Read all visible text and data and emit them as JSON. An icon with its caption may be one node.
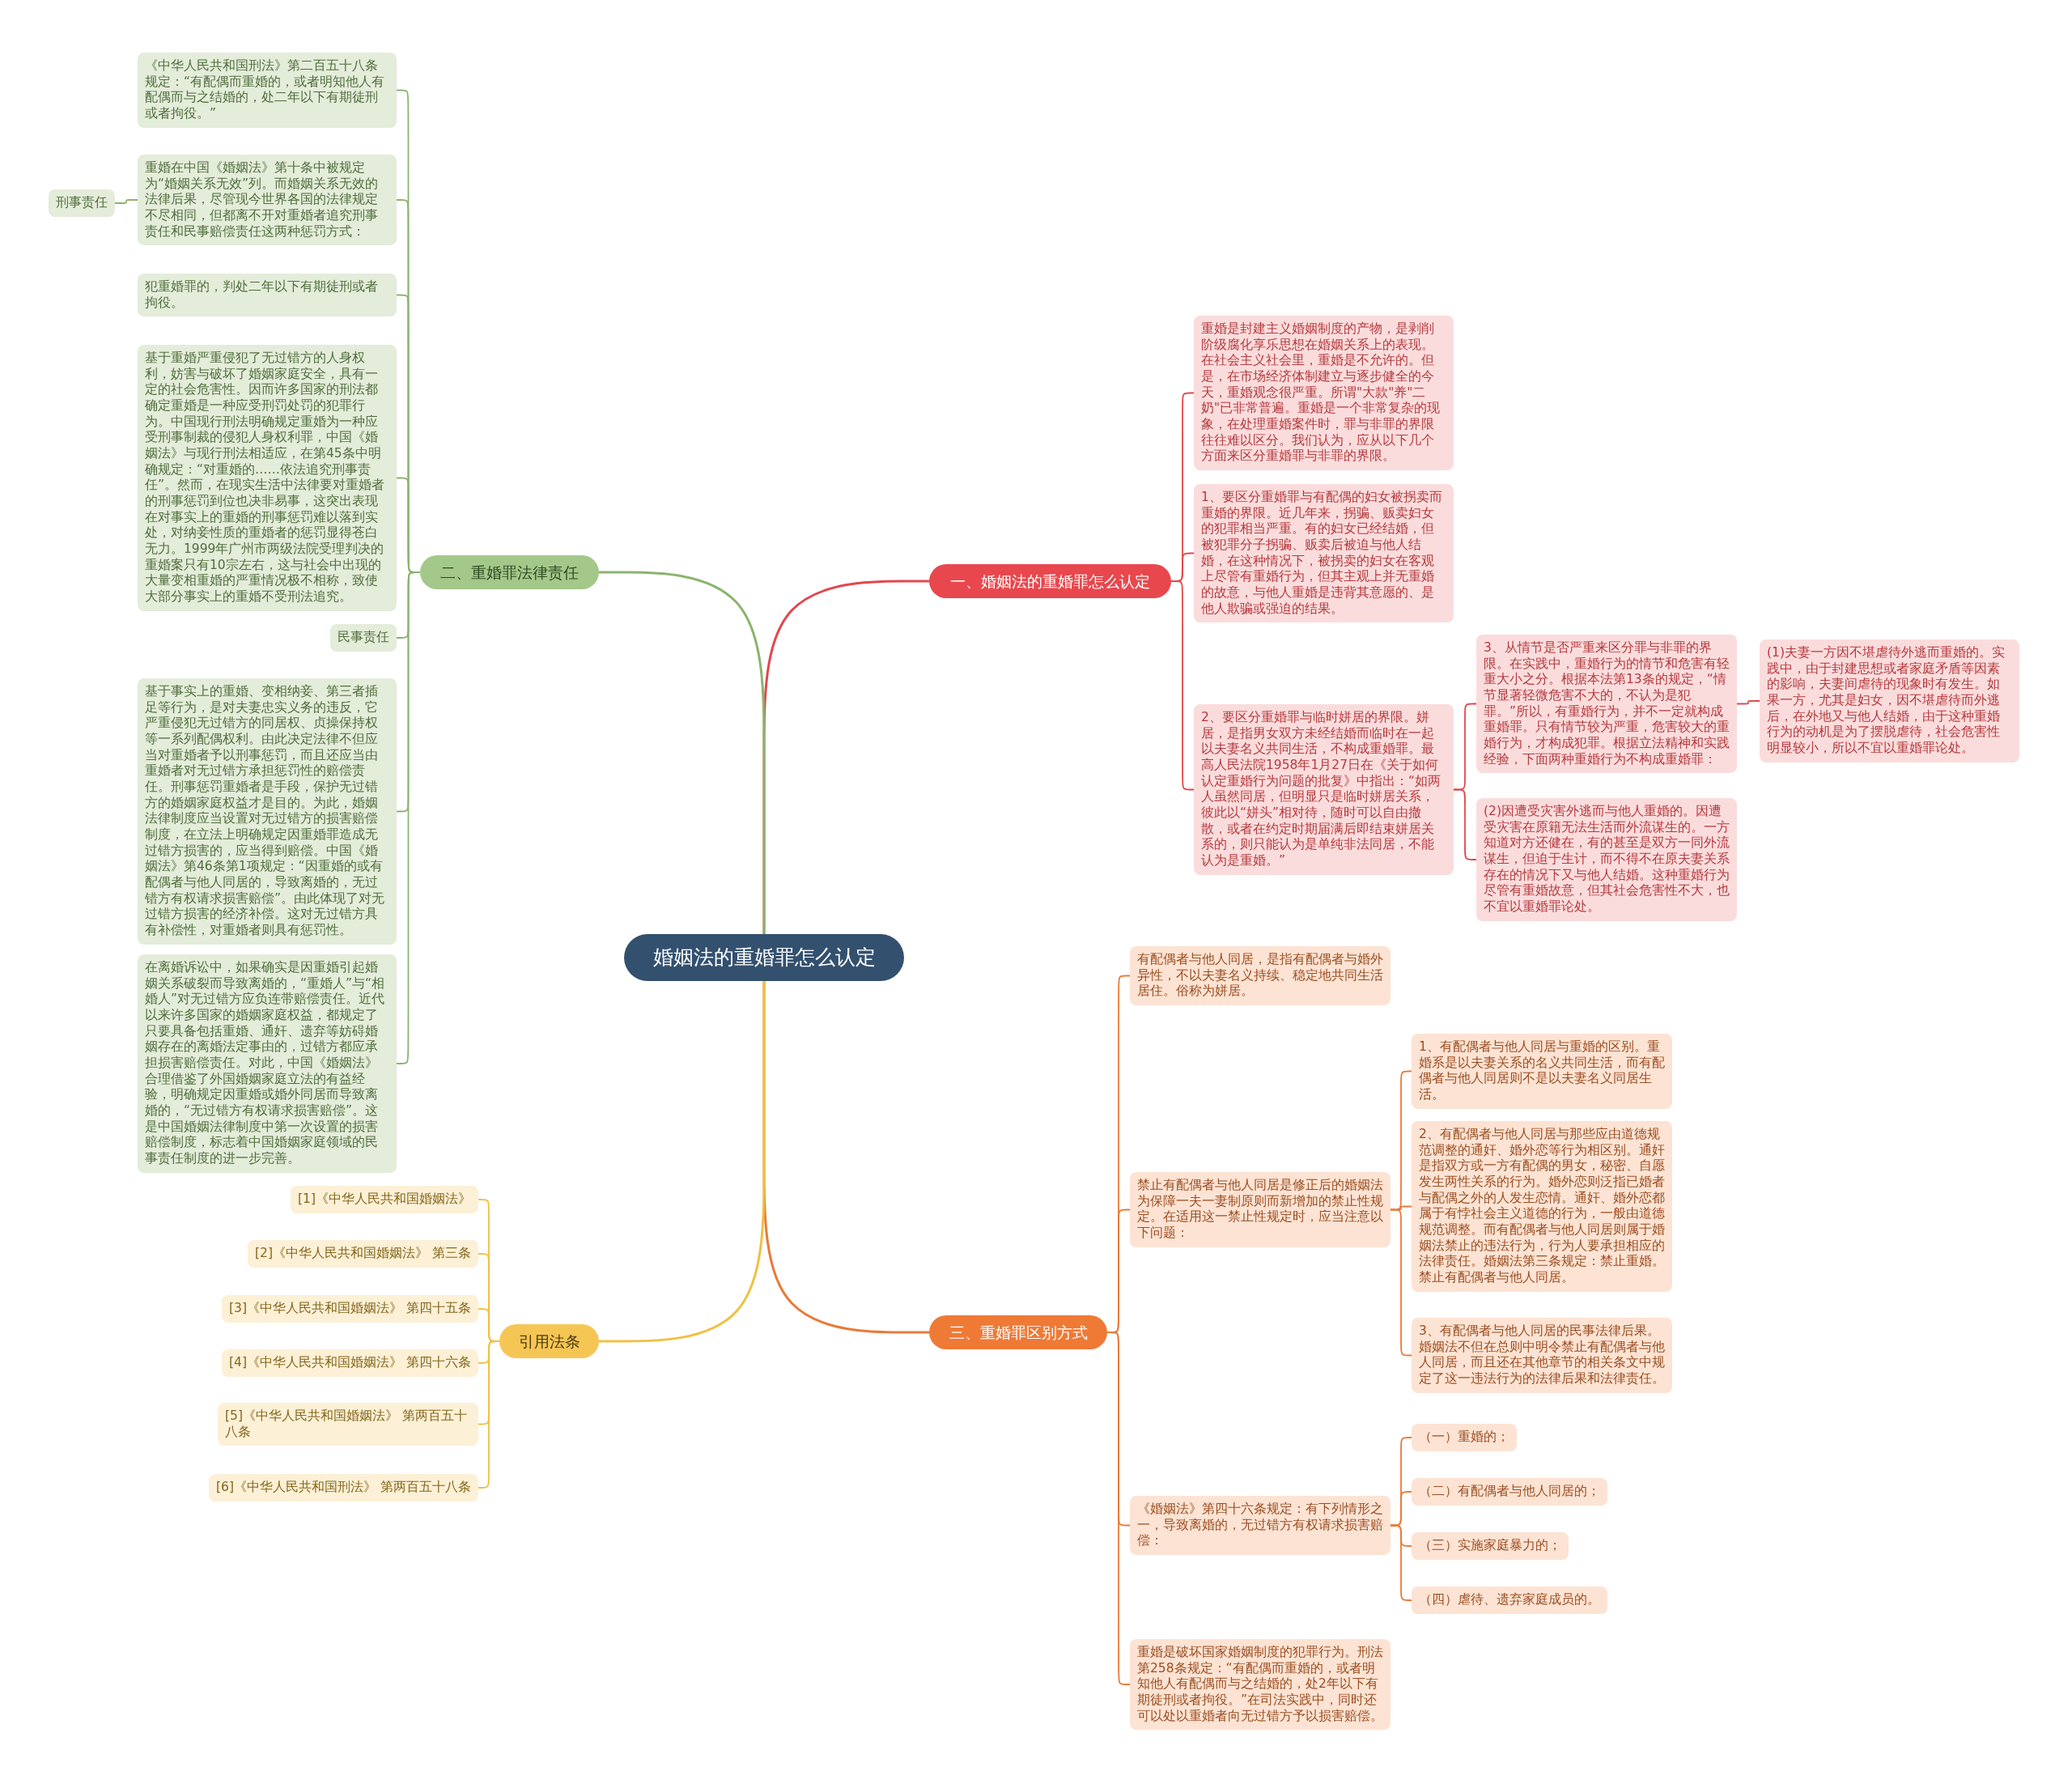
{
  "diagram": {
    "nodes": [
      {
        "text": [
          "婚姻法的重婚罪怎么认定"
        ]
      },
      {
        "text": [
          "一、婚姻法的重婚罪怎么认定"
        ]
      },
      {
        "text": [
          "重婚是封建主义婚姻制度的产物，是剥削阶级腐化享乐思想在婚姻关系上的表现。在社会主义社会里，重婚是不允许的。但是，在市场经济体制建立与逐步健全的今天，重婚观念很严重。所谓\"大款\"养\"二奶\"已非常普遍。重婚是一个非常复杂的现象，在处理重婚案件时，罪与非罪的界限往往难以区分。我们认为，应从以下几个方面来区分重婚罪与非罪的界限。"
        ]
      },
      {
        "text": [
          "1、要区分重婚罪与有配偶的妇女被拐卖而重婚的界限。近几年来，拐骗、贩卖妇女的犯罪相当严重。有的妇女已经结婚，但被犯罪分子拐骗、贩卖后被迫与他人结婚，在这种情况下，被拐卖的妇女在客观上尽管有重婚行为，但其主观上并无重婚的故意，与他人重婚是违背其意愿的、是他人欺骗或强迫的结果。"
        ]
      },
      {
        "text": [
          "2、要区分重婚罪与临时姘居的界限。姘居，是指男女双方未经结婚而临时在一起以夫妻名义共同生活，不构成重婚罪。最高人民法院1958年1月27日在《关于如何认定重婚行为问题的批复》中指出：“如两人虽然同居，但明显只是临时姘居关系，彼此以“姘头”相对待，随时可以自由撤散，或者在约定时期届满后即结束姘居关系的，则只能认为是单纯非法同居，不能认为是重婚。”"
        ]
      },
      {
        "text": [
          "3、从情节是否严重来区分罪与非罪的界限。在实践中，重婚行为的情节和危害有轻重大小之分。根据本法第13条的规定，“情节显著轻微危害不大的，不认为是犯罪。”所以，有重婚行为，并不一定就构成重婚罪。只有情节较为严重，危害较大的重婚行为，才构成犯罪。根据立法精神和实践经验，下面两种重婚行为不构成重婚罪："
        ]
      },
      {
        "text": [
          "(1)夫妻一方因不堪虐待外逃而重婚的。实践中，由于封建思想或者家庭矛盾等因素的影响，夫妻间虐待的现象时有发生。如果一方，尤其是妇女，因不堪虐待而外逃后，在外地又与他人结婚，由于这种重婚行为的动机是为了摆脱虐待，社会危害性明显较小，所以不宜以重婚罪论处。"
        ]
      },
      {
        "text": [
          "(2)因遭受灾害外逃而与他人重婚的。因遭受灾害在原籍无法生活而外流谋生的。一方知道对方还健在，有的甚至是双方一同外流谋生，但迫于生计，而不得不在原夫妻关系存在的情况下又与他人结婚。这种重婚行为尽管有重婚故意，但其社会危害性不大，也不宜以重婚罪论处。"
        ]
      },
      {
        "text": [
          "二、重婚罪法律责任"
        ]
      },
      {
        "text": [
          "《中华人民共和国刑法》第二百五十八条规定：“有配偶而重婚的，或者明知他人有配偶而与之结婚的，处二年以下有期徒刑或者拘役。”"
        ]
      },
      {
        "text": [
          "重婚在中国《婚姻法》第十条中被规定为“婚姻关系无效”列。而婚姻关系无效的法律后果，尽管现今世界各国的法律规定不尽相同，但都离不开对重婚者追究刑事责任和民事赔偿责任这两种惩罚方式："
        ]
      },
      {
        "text": [
          "刑事责任"
        ]
      },
      {
        "text": [
          "犯重婚罪的，判处二年以下有期徒刑或者拘役。"
        ]
      },
      {
        "text": [
          "基于重婚严重侵犯了无过错方的人身权利，妨害与破坏了婚姻家庭安全，具有一定的社会危害性。因而许多国家的刑法都确定重婚是一种应受刑罚处罚的犯罪行为。中国现行刑法明确规定重婚为一种应受刑事制裁的侵犯人身权利罪，中国《婚姻法》与现行刑法相适应，在第45条中明确规定：“对重婚的……依法追究刑事责任”。然而，在现实生活中法律要对重婚者的刑事惩罚到位也决非易事，这突出表现在对事实上的重婚的刑事惩罚难以落到实处，对纳妾性质的重婚者的惩罚显得苍白无力。1999年广州市两级法院受理判决的重婚案只有10宗左右，这与社会中出现的大量变相重婚的严重情况极不相称，致使大部分事实上的重婚不受刑法追究。"
        ]
      },
      {
        "text": [
          "民事责任"
        ]
      },
      {
        "text": [
          "基于事实上的重婚、变相纳妾、第三者插足等行为，是对夫妻忠实义务的违反，它严重侵犯无过错方的同居权、贞操保持权等一系列配偶权利。由此决定法律不但应当对重婚者予以刑事惩罚，而且还应当由重婚者对无过错方承担惩罚性的赔偿责任。刑事惩罚重婚者是手段，保护无过错方的婚姻家庭权益才是目的。为此，婚姻法律制度应当设置对无过错方的损害赔偿制度，在立法上明确规定因重婚罪造成无过错方损害的，应当得到赔偿。中国《婚姻法》第46条第1项规定：“因重婚的或有配偶者与他人同居的，导致离婚的，无过错方有权请求损害赔偿”。由此体现了对无过错方损害的经济补偿。这对无过错方具有补偿性，对重婚者则具有惩罚性。"
        ]
      },
      {
        "text": [
          "在离婚诉讼中，如果确实是因重婚引起婚姻关系破裂而导致离婚的，“重婚人”与“相婚人”对无过错方应负连带赔偿责任。近代以来许多国家的婚姻家庭权益，都规定了只要具备包括重婚、通奸、遗弃等妨碍婚姻存在的离婚法定事由的，过错方都应承担损害赔偿责任。对此，中国《婚姻法》合理借鉴了外国婚姻家庭立法的有益经验，明确规定因重婚或婚外同居而导致离婚的，“无过错方有权请求损害赔偿”。这是中国婚姻法律制度中第一次设置的损害赔偿制度，标志着中国婚姻家庭领域的民事责任制度的进一步完善。"
        ]
      },
      {
        "text": [
          "三、重婚罪区别方式"
        ]
      },
      {
        "text": [
          "有配偶者与他人同居，是指有配偶者与婚外异性，不以夫妻名义持续、稳定地共同生活居住。俗称为姘居。"
        ]
      },
      {
        "text": [
          "禁止有配偶者与他人同居是修正后的婚姻法为保障一夫一妻制原则而新增加的禁止性规定。在适用这一禁止性规定时，应当注意以下问题："
        ]
      },
      {
        "text": [
          "1、有配偶者与他人同居与重婚的区别。重婚系是以夫妻关系的名义共同生活，而有配偶者与他人同居则不是以夫妻名义同居生活。"
        ]
      },
      {
        "text": [
          "2、有配偶者与他人同居与那些应由道德规范调整的通奸、婚外恋等行为相区别。通奸是指双方或一方有配偶的男女，秘密、自愿发生两性关系的行为。婚外恋则泛指已婚者与配偶之外的人发生恋情。通奸、婚外恋都属于有悖社会主义道德的行为，一般由道德规范调整。而有配偶者与他人同居则属于婚姻法禁止的违法行为，行为人要承担相应的法律责任。婚姻法第三条规定：禁止重婚。禁止有配偶者与他人同居。"
        ]
      },
      {
        "text": [
          "3、有配偶者与他人同居的民事法律后果。婚姻法不但在总则中明令禁止有配偶者与他人同居，而且还在其他章节的相关条文中规定了这一违法行为的法律后果和法律责任。"
        ]
      },
      {
        "text": [
          "《婚姻法》第四十六条规定：有下列情形之一，导致离婚的，无过错方有权请求损害赔偿："
        ]
      },
      {
        "text": [
          "（一）重婚的；"
        ]
      },
      {
        "text": [
          "（二）有配偶者与他人同居的；"
        ]
      },
      {
        "text": [
          "（三）实施家庭暴力的；"
        ]
      },
      {
        "text": [
          "（四）虐待、遗弃家庭成员的。"
        ]
      },
      {
        "text": [
          "重婚是破坏国家婚姻制度的犯罪行为。刑法第258条规定：“有配偶而重婚的，或者明知他人有配偶而与之结婚的，处2年以下有期徒刑或者拘役。”在司法实践中，同时还可以处以重婚者向无过错方予以损害赔偿。"
        ]
      },
      {
        "text": [
          "引用法条"
        ]
      },
      {
        "text": [
          "[1]《中华人民共和国婚姻法》"
        ]
      },
      {
        "text": [
          "[2]《中华人民共和国婚姻法》 第三条"
        ]
      },
      {
        "text": [
          "[3]《中华人民共和国婚姻法》 第四十五条"
        ]
      },
      {
        "text": [
          "[4]《中华人民共和国婚姻法》 第四十六条"
        ]
      },
      {
        "text": [
          "[5]《中华人民共和国婚姻法》 第两百五十八条"
        ]
      },
      {
        "text": [
          "[6]《中华人民共和国刑法》 第两百五十八条"
        ]
      }
    ],
    "edges": [
      {
        "from": 0,
        "to": 1,
        "arrow": "none",
        "color": "#e2474d"
      },
      {
        "from": 1,
        "to": 2,
        "arrow": "none",
        "color": "#e2474d"
      },
      {
        "from": 1,
        "to": 3,
        "arrow": "none",
        "color": "#e2474d"
      },
      {
        "from": 1,
        "to": 4,
        "arrow": "none",
        "color": "#e2474d"
      },
      {
        "from": 4,
        "to": 5,
        "arrow": "none",
        "color": "#e2474d"
      },
      {
        "from": 5,
        "to": 6,
        "arrow": "none",
        "color": "#e2474d"
      },
      {
        "from": 4,
        "to": 7,
        "arrow": "none",
        "color": "#e2474d"
      },
      {
        "from": 0,
        "to": 8,
        "arrow": "none",
        "color": "#8ab46e"
      },
      {
        "from": 8,
        "to": 9,
        "arrow": "none",
        "color": "#8ab46e"
      },
      {
        "from": 8,
        "to": 10,
        "arrow": "none",
        "color": "#8ab46e"
      },
      {
        "from": 10,
        "to": 11,
        "arrow": "none",
        "color": "#8ab46e"
      },
      {
        "from": 8,
        "to": 12,
        "arrow": "none",
        "color": "#8ab46e"
      },
      {
        "from": 8,
        "to": 13,
        "arrow": "none",
        "color": "#8ab46e"
      },
      {
        "from": 8,
        "to": 14,
        "arrow": "none",
        "color": "#8ab46e"
      },
      {
        "from": 8,
        "to": 15,
        "arrow": "none",
        "color": "#8ab46e"
      },
      {
        "from": 8,
        "to": 16,
        "arrow": "none",
        "color": "#8ab46e"
      },
      {
        "from": 0,
        "to": 17,
        "arrow": "none"
      },
      {
        "from": 17,
        "to": 18,
        "arrow": "none"
      },
      {
        "from": 17,
        "to": 19,
        "arrow": "none"
      },
      {
        "from": 19,
        "to": 20,
        "arrow": "none"
      },
      {
        "from": 19,
        "to": 21,
        "arrow": "none"
      },
      {
        "from": 19,
        "to": 22,
        "arrow": "none"
      },
      {
        "from": 17,
        "to": 23,
        "arrow": "none"
      },
      {
        "from": 23,
        "to": 24,
        "arrow": "none"
      },
      {
        "from": 23,
        "to": 25,
        "arrow": "none"
      },
      {
        "from": 23,
        "to": 26,
        "arrow": "none"
      },
      {
        "from": 23,
        "to": 27,
        "arrow": "none"
      },
      {
        "from": 17,
        "to": 28,
        "arrow": "none"
      },
      {
        "from": 0,
        "to": 29,
        "arrow": "none",
        "color": "#f0c040"
      },
      {
        "from": 29,
        "to": 30,
        "arrow": "none",
        "color": "#f0c040"
      },
      {
        "from": 29,
        "to": 31,
        "arrow": "none",
        "color": "#f0c040"
      },
      {
        "from": 29,
        "to": 32,
        "arrow": "none",
        "color": "#f0c040"
      },
      {
        "from": 29,
        "to": 33,
        "arrow": "none",
        "color": "#f0c040"
      },
      {
        "from": 29,
        "to": 34,
        "arrow": "none",
        "color": "#f0c040"
      },
      {
        "from": 29,
        "to": 35,
        "arrow": "none",
        "color": "#f0c040"
      }
    ]
  }
}
